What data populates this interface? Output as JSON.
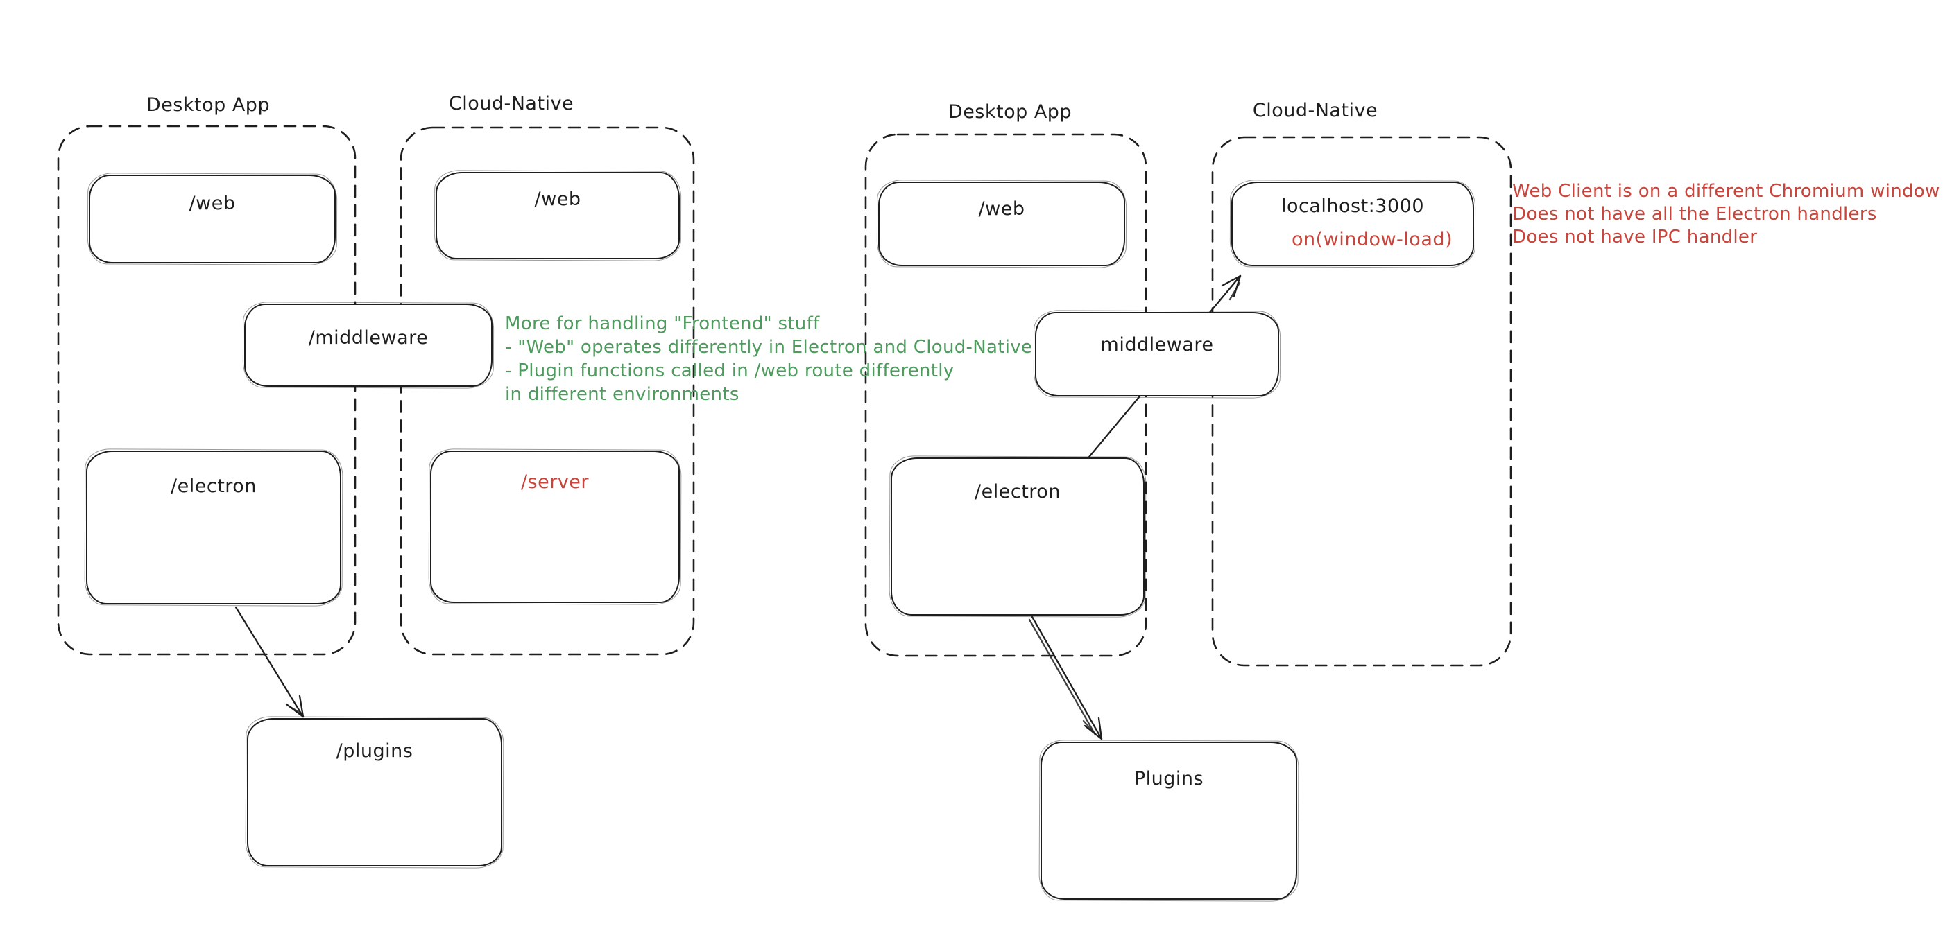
{
  "colors": {
    "stroke": "#1e1e1e",
    "green": "#4e9b5e",
    "red": "#c9453b",
    "background": "#ffffff"
  },
  "left_diagram": {
    "desktop_group_label": "Desktop App",
    "cloud_group_label": "Cloud-Native",
    "nodes": {
      "web_desktop": "/web",
      "web_cloud": "/web",
      "middleware": "/middleware",
      "electron": "/electron",
      "server": "/server",
      "plugins": "/plugins"
    },
    "note_lines": [
      "More for handling \"Frontend\" stuff",
      "- \"Web\" operates differently in Electron and Cloud-Native",
      "- Plugin functions called in /web route differently",
      "in different environments"
    ]
  },
  "right_diagram": {
    "desktop_group_label": "Desktop App",
    "cloud_group_label": "Cloud-Native",
    "nodes": {
      "web_desktop": "/web",
      "localhost": "localhost:3000",
      "localhost_event": "on(window-load)",
      "middleware": "middleware",
      "electron": "/electron",
      "plugins": "Plugins"
    },
    "note_lines": [
      "Web Client is on a different Chromium window",
      "Does not have all the Electron handlers",
      "Does not have IPC handler"
    ]
  }
}
